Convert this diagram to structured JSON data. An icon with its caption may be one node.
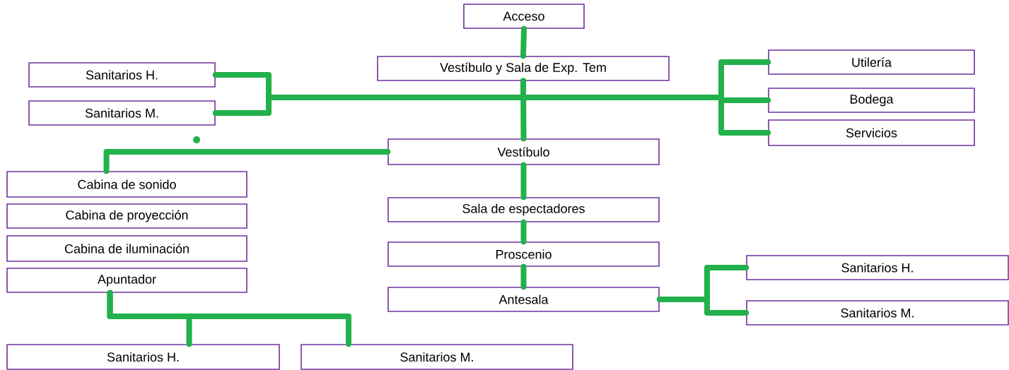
{
  "diagram": {
    "nodes": [
      {
        "text": [
          "Acceso"
        ]
      },
      {
        "text": [
          "Vestíbulo y Sala de Exp. Tem"
        ]
      },
      {
        "text": [
          "Sanitarios H."
        ]
      },
      {
        "text": [
          "Sanitarios M."
        ]
      },
      {
        "text": [
          "Utilería"
        ]
      },
      {
        "text": [
          "Bodega"
        ]
      },
      {
        "text": [
          "Servicios"
        ]
      },
      {
        "text": [
          "Vestíbulo"
        ]
      },
      {
        "text": [
          "Cabina de sonido"
        ]
      },
      {
        "text": [
          "Cabina de proyección"
        ]
      },
      {
        "text": [
          "Cabina de iluminación"
        ]
      },
      {
        "text": [
          "Apuntador"
        ]
      },
      {
        "text": [
          "Sala de espectadores"
        ]
      },
      {
        "text": [
          "Proscenio"
        ]
      },
      {
        "text": [
          "Antesala"
        ]
      },
      {
        "text": [
          "Sanitarios H."
        ]
      },
      {
        "text": [
          "Sanitarios M."
        ]
      },
      {
        "text": [
          "Sanitarios H."
        ]
      },
      {
        "text": [
          "Sanitarios M."
        ]
      }
    ],
    "edges": [
      {
        "from": 0,
        "to": 1,
        "arrow": "none"
      },
      {
        "from": 1,
        "to": 7,
        "arrow": "none"
      },
      {
        "from": 1,
        "to": 2,
        "arrow": "none"
      },
      {
        "from": 1,
        "to": 3,
        "arrow": "none"
      },
      {
        "from": 1,
        "to": 4,
        "arrow": "none"
      },
      {
        "from": 1,
        "to": 5,
        "arrow": "none"
      },
      {
        "from": 1,
        "to": 6,
        "arrow": "none"
      },
      {
        "from": 7,
        "to": 8,
        "arrow": "none"
      },
      {
        "from": 7,
        "to": 12,
        "arrow": "none"
      },
      {
        "from": 12,
        "to": 13,
        "arrow": "none"
      },
      {
        "from": 13,
        "to": 14,
        "arrow": "none"
      },
      {
        "from": 14,
        "to": 15,
        "arrow": "none"
      },
      {
        "from": 14,
        "to": 16,
        "arrow": "none"
      },
      {
        "from": 11,
        "to": 17,
        "arrow": "none"
      },
      {
        "from": 11,
        "to": 18,
        "arrow": "none"
      }
    ]
  }
}
